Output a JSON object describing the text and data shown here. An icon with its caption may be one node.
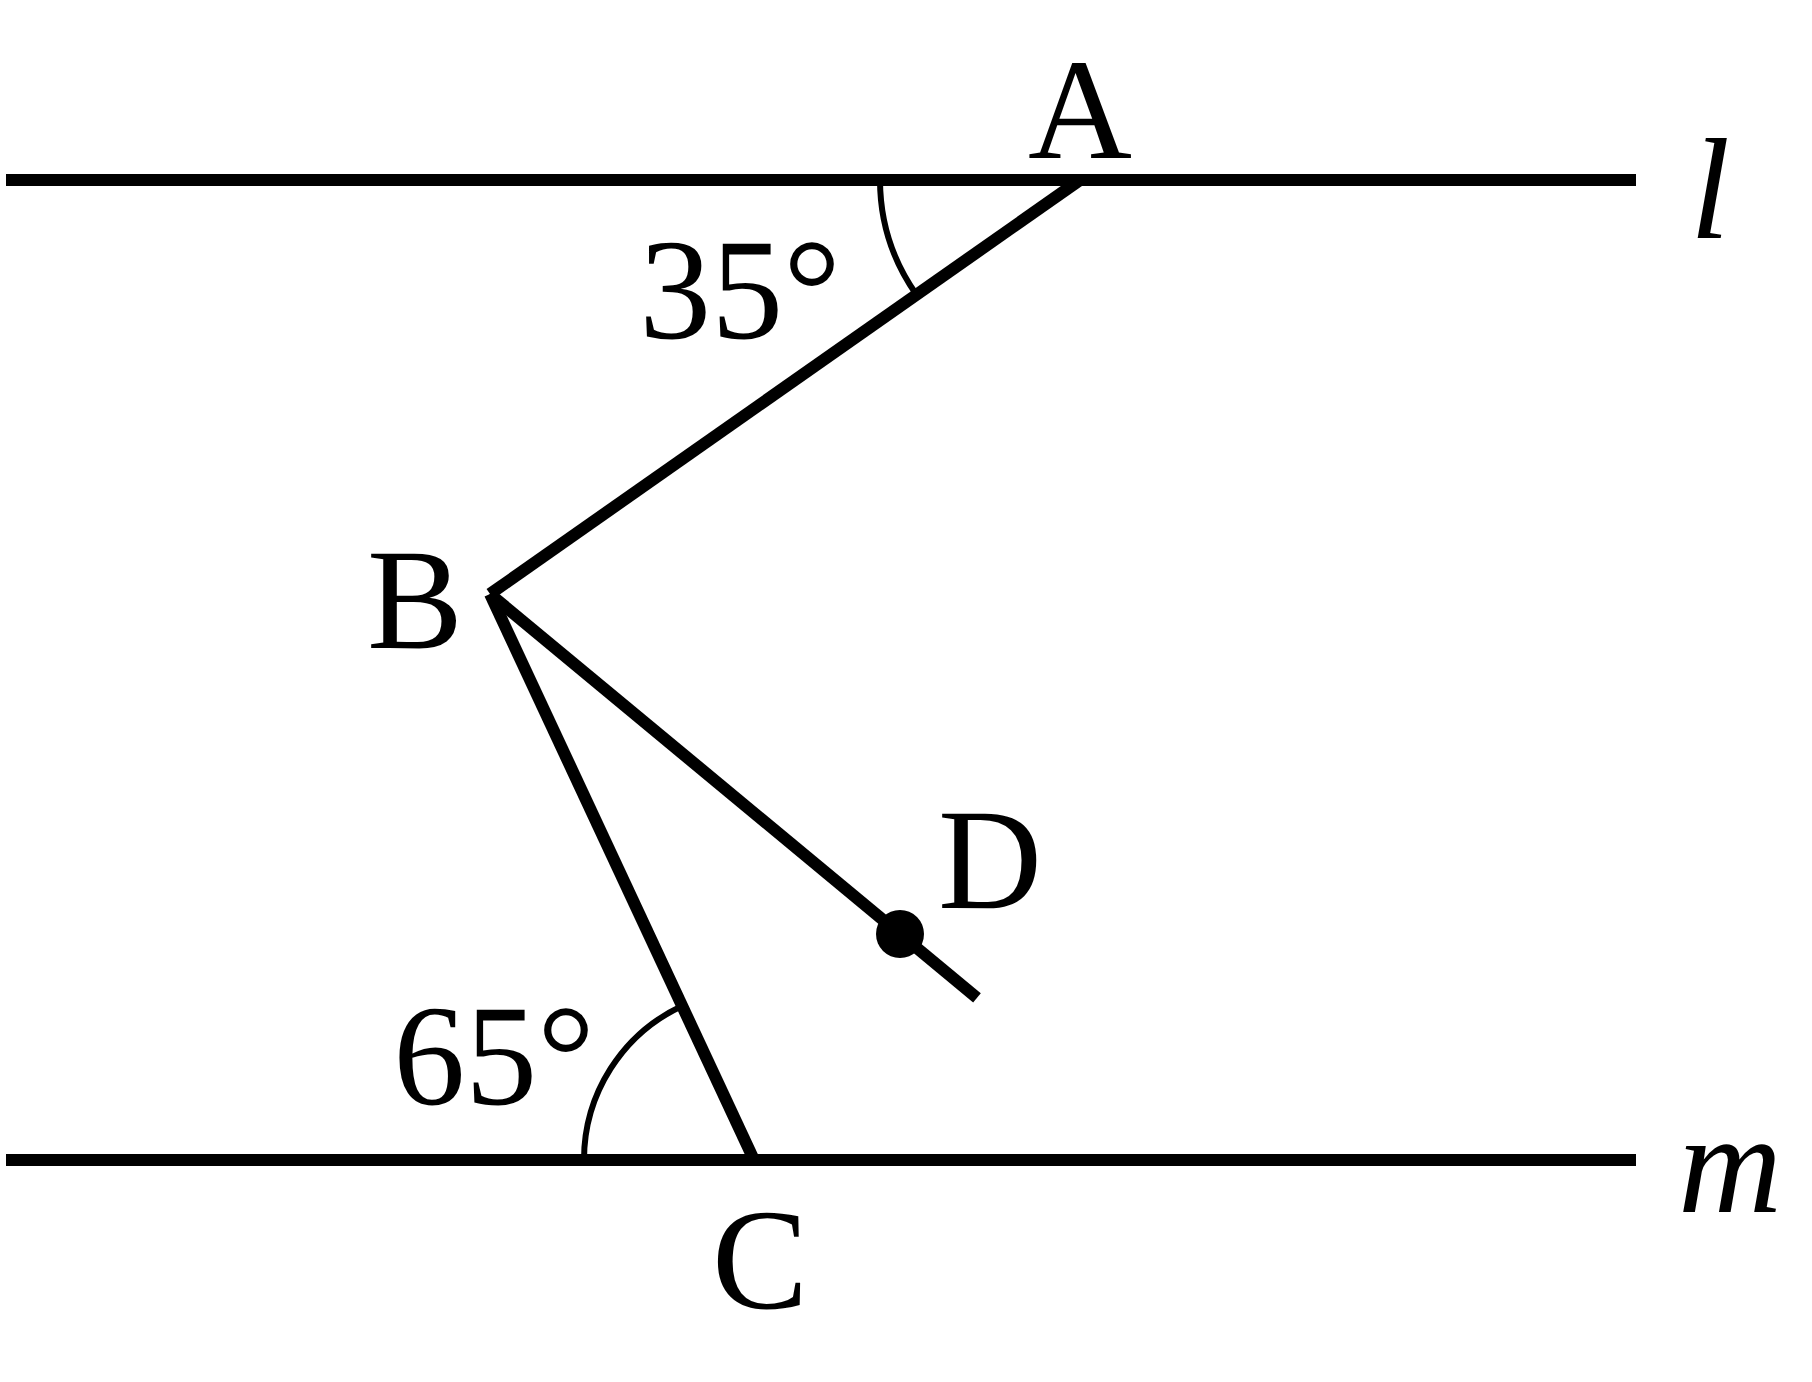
{
  "diagram": {
    "nodes": [
      {
        "text": [
          "A"
        ]
      },
      {
        "text": [
          "B"
        ]
      },
      {
        "text": [
          "C"
        ]
      },
      {
        "text": [
          "D"
        ]
      }
    ],
    "edges": [
      {
        "from": 0,
        "to": 1,
        "arrow": "none"
      },
      {
        "from": 1,
        "to": 2,
        "arrow": "none"
      },
      {
        "from": 1,
        "to": 3,
        "arrow": "none"
      }
    ],
    "labels": [
      "l",
      "35°",
      "65°",
      "m"
    ]
  }
}
